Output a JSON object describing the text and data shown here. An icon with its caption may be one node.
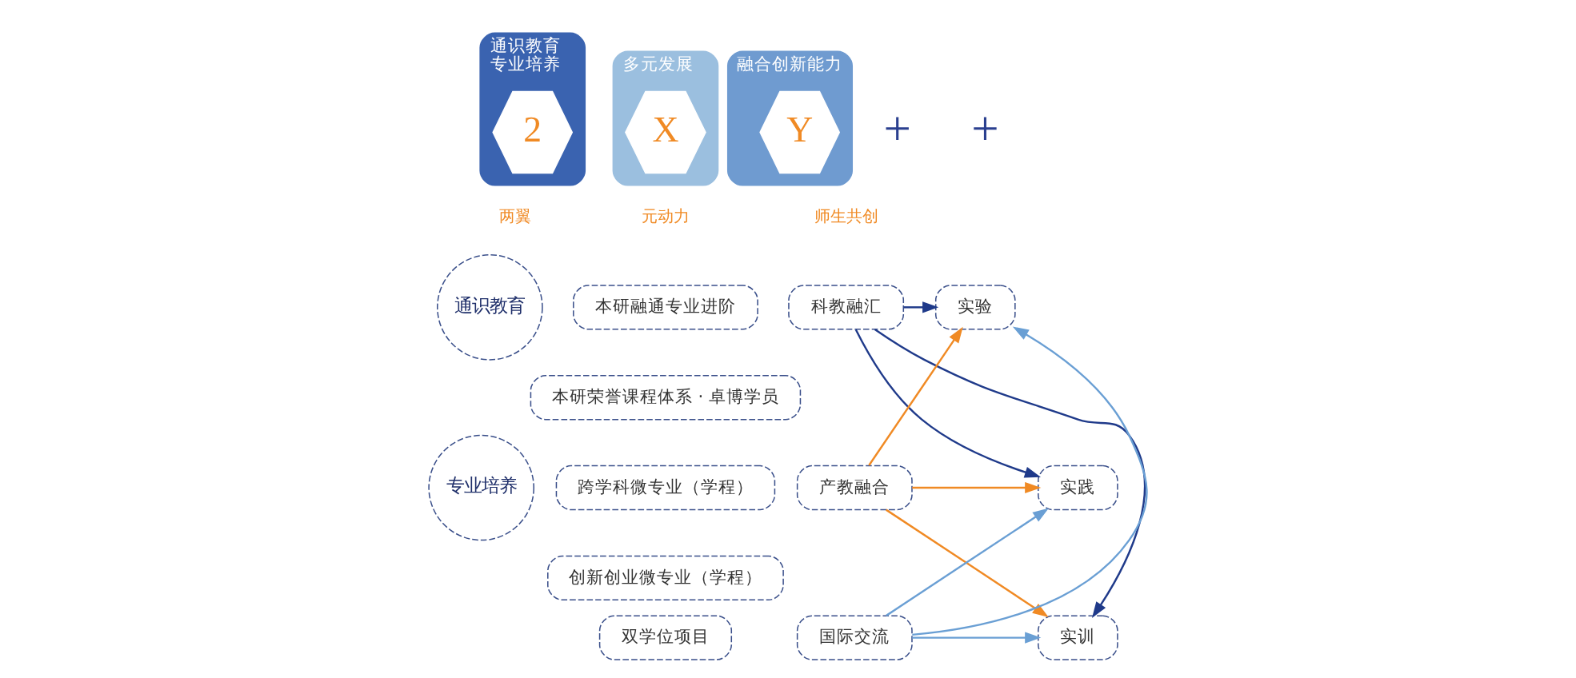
{
  "diagram": {
    "nodes": [
      {
        "text": [
          "通识教育",
          "专业培养"
        ],
        "beside": [
          "两翼"
        ]
      },
      {
        "text": [
          "2"
        ],
        "in": 0
      },
      {
        "text": [
          "多元发展"
        ],
        "beside": [
          "元动力"
        ]
      },
      {
        "text": [
          "X"
        ],
        "in": 2
      },
      {
        "text": [
          "融合创新能力"
        ],
        "beside": [
          "师生共创"
        ]
      },
      {
        "text": [
          "Y"
        ],
        "in": 4
      },
      {
        "text": [
          "通识教育"
        ]
      },
      {
        "text": [
          "专业培养"
        ]
      },
      {
        "text": [
          "本研融通专业进阶"
        ]
      },
      {
        "text": [
          "本研荣誉课程体系 · 卓博学员"
        ]
      },
      {
        "text": [
          "跨学科微专业（学程）"
        ]
      },
      {
        "text": [
          "创新创业微专业（学程）"
        ]
      },
      {
        "text": [
          "双学位项目"
        ]
      },
      {
        "text": [
          "科教融汇"
        ]
      },
      {
        "text": [
          "产教融合"
        ]
      },
      {
        "text": [
          "国际交流"
        ]
      },
      {
        "text": [
          "实验"
        ]
      },
      {
        "text": [
          "实践"
        ]
      },
      {
        "text": [
          "实训"
        ]
      }
    ],
    "edges": [
      {
        "from": 13,
        "to": 16,
        "arrow": "to",
        "color": "#1f3a8a"
      },
      {
        "from": 13,
        "to": 17,
        "arrow": "to",
        "color": "#1f3a8a"
      },
      {
        "from": 13,
        "to": 18,
        "arrow": "to",
        "color": "#1f3a8a"
      },
      {
        "from": 14,
        "to": 16,
        "arrow": "to",
        "color": "#f08a24"
      },
      {
        "from": 14,
        "to": 17,
        "arrow": "to",
        "color": "#f08a24"
      },
      {
        "from": 14,
        "to": 18,
        "arrow": "to",
        "color": "#f08a24"
      },
      {
        "from": 15,
        "to": 16,
        "arrow": "to",
        "color": "#6a9fd4"
      },
      {
        "from": 15,
        "to": 17,
        "arrow": "to",
        "color": "#6a9fd4"
      },
      {
        "from": 15,
        "to": 18,
        "arrow": "to",
        "color": "#6a9fd4"
      }
    ],
    "labels": [
      "+",
      "+"
    ]
  }
}
